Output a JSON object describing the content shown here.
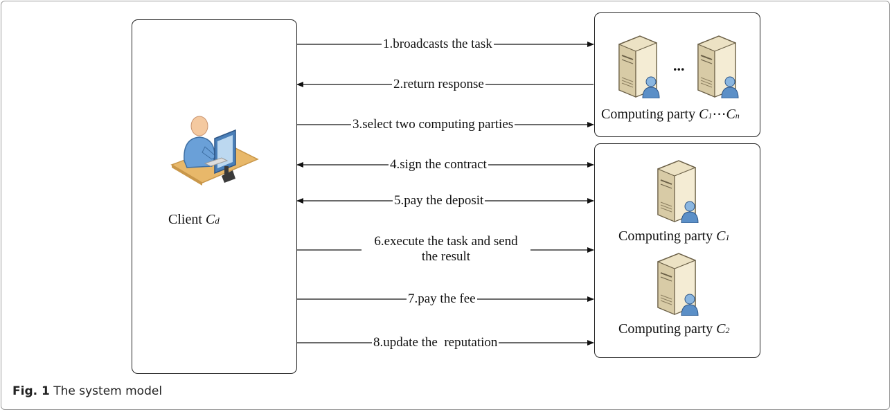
{
  "figure": {
    "caption_prefix": "Fig. 1",
    "caption_text": "The system model"
  },
  "client": {
    "label": "Client",
    "symbol": "C",
    "subscript": "d"
  },
  "party_group": {
    "label": "Computing party",
    "symbol_a": "C",
    "sub_a": "1",
    "dots": "⋯",
    "symbol_b": "C",
    "sub_b": "n",
    "ellipsis": "..."
  },
  "party1": {
    "label": "Computing party",
    "symbol": "C",
    "subscript": "1"
  },
  "party2": {
    "label": "Computing party",
    "symbol": "C",
    "subscript": "2"
  },
  "steps": [
    {
      "text": "1.broadcasts the task",
      "direction": "right"
    },
    {
      "text": "2.return response",
      "direction": "left"
    },
    {
      "text": "3.select two computing parties",
      "direction": "right"
    },
    {
      "text": "4.sign the contract",
      "direction": "both"
    },
    {
      "text": "5.pay the deposit",
      "direction": "both"
    },
    {
      "text_line1": "6.execute the task and send",
      "text_line2": "the result",
      "direction": "right"
    },
    {
      "text": "7.pay the fee",
      "direction": "right"
    },
    {
      "text": "8.update the  reputation",
      "direction": "right"
    }
  ],
  "colors": {
    "server_body": "#ece2c4",
    "server_dark": "#7a6e52",
    "user_blue": "#5b8fc7",
    "desk": "#e8b86a",
    "skin": "#f4c9a0"
  }
}
